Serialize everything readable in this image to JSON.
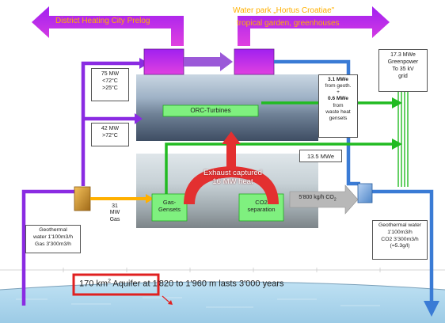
{
  "colors": {
    "purple": "#8a2be2",
    "orange": "#ffb000",
    "green": "#22bb22",
    "blue": "#3a7bd5",
    "red": "#e33030",
    "light_green": "#7ff07f"
  },
  "labels": {
    "district_heating": "District Heating City Prelog",
    "water_park": "Water park „Hortus Croatiae\"",
    "tropical_garden": "tropical garden, greenhouses",
    "mw75": [
      "75 MW",
      "<72°C",
      ">25°C"
    ],
    "mw42": [
      "42 MW",
      ">72°C"
    ],
    "greenpower": [
      "17.3 MWe",
      "Greenpower",
      "To 35 kV",
      "grid"
    ],
    "geoth_mwe": [
      "3.1 MWe",
      "from geoth.",
      "+",
      "0.6 MWe",
      "from",
      "waste heat",
      "gensets"
    ],
    "orc": "ORC-Turbines",
    "mwe135": "13.5 MWe",
    "exhaust": [
      "Exhaust captured",
      "16 MW heat"
    ],
    "gas_gensets": [
      "Gas-",
      "Gensets"
    ],
    "co2_sep": [
      "CO2",
      "separation"
    ],
    "co2_flow": "5'800 kg/h CO",
    "co2_sub": "2",
    "gas31": [
      "31",
      "MW",
      "Gas"
    ],
    "geothermal_in": [
      "Geothermal",
      "water 1'100m3/h",
      "Gas 3'300m3/h"
    ],
    "geothermal_out": [
      "Geothermal water",
      "1'100m3/h",
      "CO2 3'300m3/h",
      "(=5.3g/l)"
    ],
    "aquifer_pre": "170 km",
    "aquifer_sup": "2",
    "aquifer_post": " Aquifer at 1'820 to 1'960 m lasts 3'000 years"
  }
}
